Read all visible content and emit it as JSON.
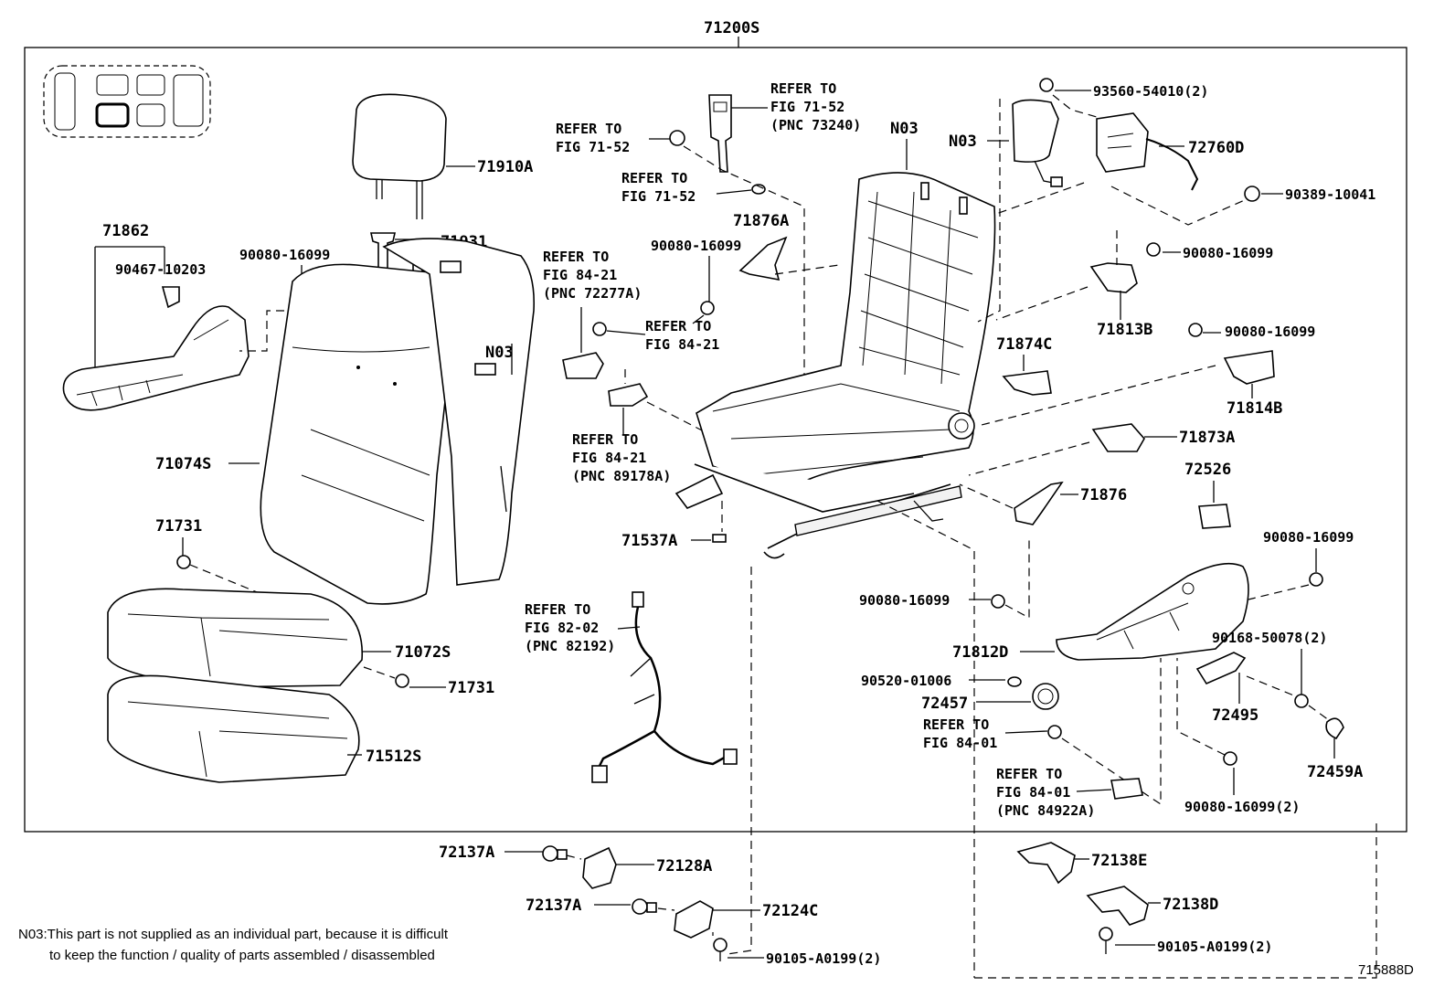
{
  "assembly_label": "71200S",
  "figure_id": "715888D",
  "footnote": {
    "line1": "N03:This part is not supplied as an individual part, because it is difficult",
    "line2": "to keep the function / quality of parts assembled / disassembled"
  },
  "labels": {
    "p71910A": "71910A",
    "p71931a": "71931",
    "p71931b": "71931",
    "p71862": "71862",
    "p90467": "90467-10203",
    "p90080_a": "90080-16099",
    "pN03_back": "N03",
    "p71074S": "71074S",
    "p71731a": "71731",
    "p71072S": "71072S",
    "p71731b": "71731",
    "p71512S": "71512S",
    "ref1_a": "REFER TO",
    "ref1_b": "FIG 71-52",
    "ref2_a": "REFER TO",
    "ref2_b": "FIG 71-52",
    "ref2_c": "(PNC 73240)",
    "ref3_a": "REFER TO",
    "ref3_b": "FIG 71-52",
    "p71876A": "71876A",
    "p90080_b": "90080-16099",
    "ref4_a": "REFER TO",
    "ref4_b": "FIG 84-21",
    "ref4_c": "(PNC 72277A)",
    "ref5_a": "REFER TO",
    "ref5_b": "FIG 84-21",
    "ref6_a": "REFER TO",
    "ref6_b": "FIG 84-21",
    "ref6_c": "(PNC 89178A)",
    "p71537A": "71537A",
    "ref7_a": "REFER TO",
    "ref7_b": "FIG 82-02",
    "ref7_c": "(PNC 82192)",
    "pN03_frame": "N03",
    "pN03_pad": "N03",
    "p93560": "93560-54010(2)",
    "p72760D": "72760D",
    "p90389": "90389-10041",
    "p90080_c": "90080-16099",
    "p71813B": "71813B",
    "p90080_d": "90080-16099",
    "p71814B": "71814B",
    "p71874C": "71874C",
    "p71873A": "71873A",
    "p71876": "71876",
    "p72526": "72526",
    "p90080_e": "90080-16099",
    "p90080_f": "90080-16099",
    "p90168": "90168-50078(2)",
    "p71812D": "71812D",
    "p90520": "90520-01006",
    "p72457": "72457",
    "p72495": "72495",
    "ref8_a": "REFER TO",
    "ref8_b": "FIG 84-01",
    "p72459A": "72459A",
    "ref9_a": "REFER TO",
    "ref9_b": "FIG 84-01",
    "ref9_c": "(PNC 84922A)",
    "p90080_g": "90080-16099(2)",
    "p72137A_a": "72137A",
    "p72128A": "72128A",
    "p72137A_b": "72137A",
    "p72124C": "72124C",
    "p90105_a": "90105-A0199(2)",
    "p72138E": "72138E",
    "p72138D": "72138D",
    "p90105_b": "90105-A0199(2)"
  }
}
